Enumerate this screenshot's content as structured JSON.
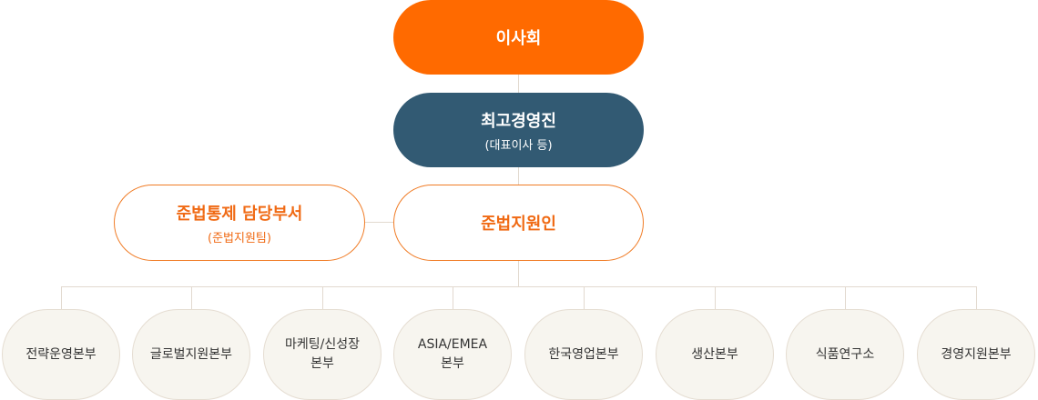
{
  "board": {
    "title": "이사회"
  },
  "executive": {
    "title": "최고경영진",
    "subtitle": "(대표이사 등)"
  },
  "compliance_officer": {
    "title": "준법지원인"
  },
  "compliance_department": {
    "title": "준법통제 담당부서",
    "subtitle": "(준법지원팀)"
  },
  "units": [
    {
      "lines": [
        "전략운영본부"
      ]
    },
    {
      "lines": [
        "글로벌지원본부"
      ]
    },
    {
      "lines": [
        "마케팅/신성장",
        "본부"
      ]
    },
    {
      "lines": [
        "ASIA/EMEA",
        "본부"
      ]
    },
    {
      "lines": [
        "한국영업본부"
      ]
    },
    {
      "lines": [
        "생산본부"
      ]
    },
    {
      "lines": [
        "식품연구소"
      ]
    },
    {
      "lines": [
        "경영지원본부"
      ]
    }
  ],
  "colors": {
    "board": "#ff6a00",
    "executive": "#325a73",
    "accent": "#f07c26",
    "unit_fill": "#f7f5ef",
    "connector": "#e2d9cf"
  }
}
